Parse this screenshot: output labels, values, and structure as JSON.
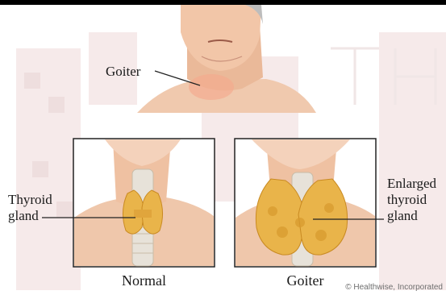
{
  "labels": {
    "goiter_top": "Goiter",
    "thyroid": [
      "Thyroid",
      "gland"
    ],
    "enlarged": [
      "Enlarged",
      "thyroid",
      "gland"
    ]
  },
  "captions": {
    "normal": "Normal",
    "goiter": "Goiter"
  },
  "credit": "© Healthwise, Incorporated",
  "colors": {
    "skin": "#f2ccb2",
    "skin_shadow": "#d9a98c",
    "thyroid": "#e9b44a",
    "thyroid_dark": "#c98a22",
    "frame": "#222222"
  }
}
